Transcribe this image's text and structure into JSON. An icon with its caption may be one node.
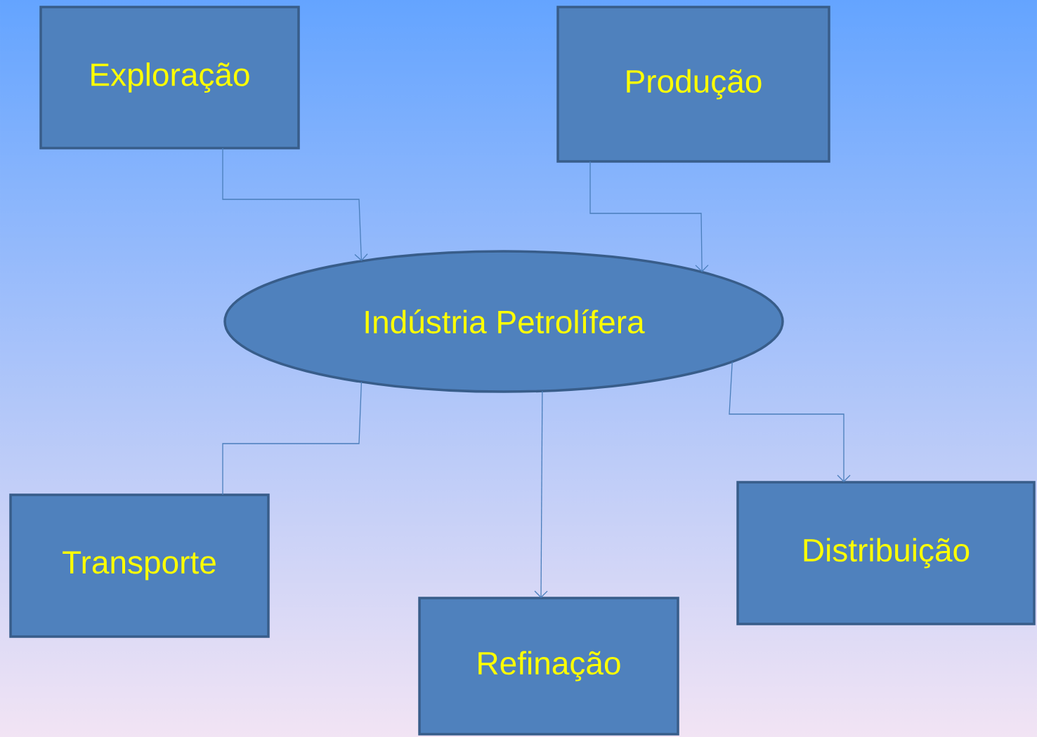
{
  "diagram": {
    "nodes": [
      {
        "text": [
          "Exploração"
        ]
      },
      {
        "text": [
          "Produção"
        ]
      },
      {
        "text": [
          "Indústria Petrolífera"
        ]
      },
      {
        "text": [
          "Transporte"
        ]
      },
      {
        "text": [
          "Refinação"
        ]
      },
      {
        "text": [
          "Distribuição"
        ]
      }
    ],
    "edges": [
      {
        "from": 0,
        "to": 2,
        "arrow": "to"
      },
      {
        "from": 1,
        "to": 2,
        "arrow": "to"
      },
      {
        "from": 2,
        "to": 3,
        "arrow": "none"
      },
      {
        "from": 2,
        "to": 4,
        "arrow": "to"
      },
      {
        "from": 2,
        "to": 5,
        "arrow": "to"
      }
    ]
  }
}
